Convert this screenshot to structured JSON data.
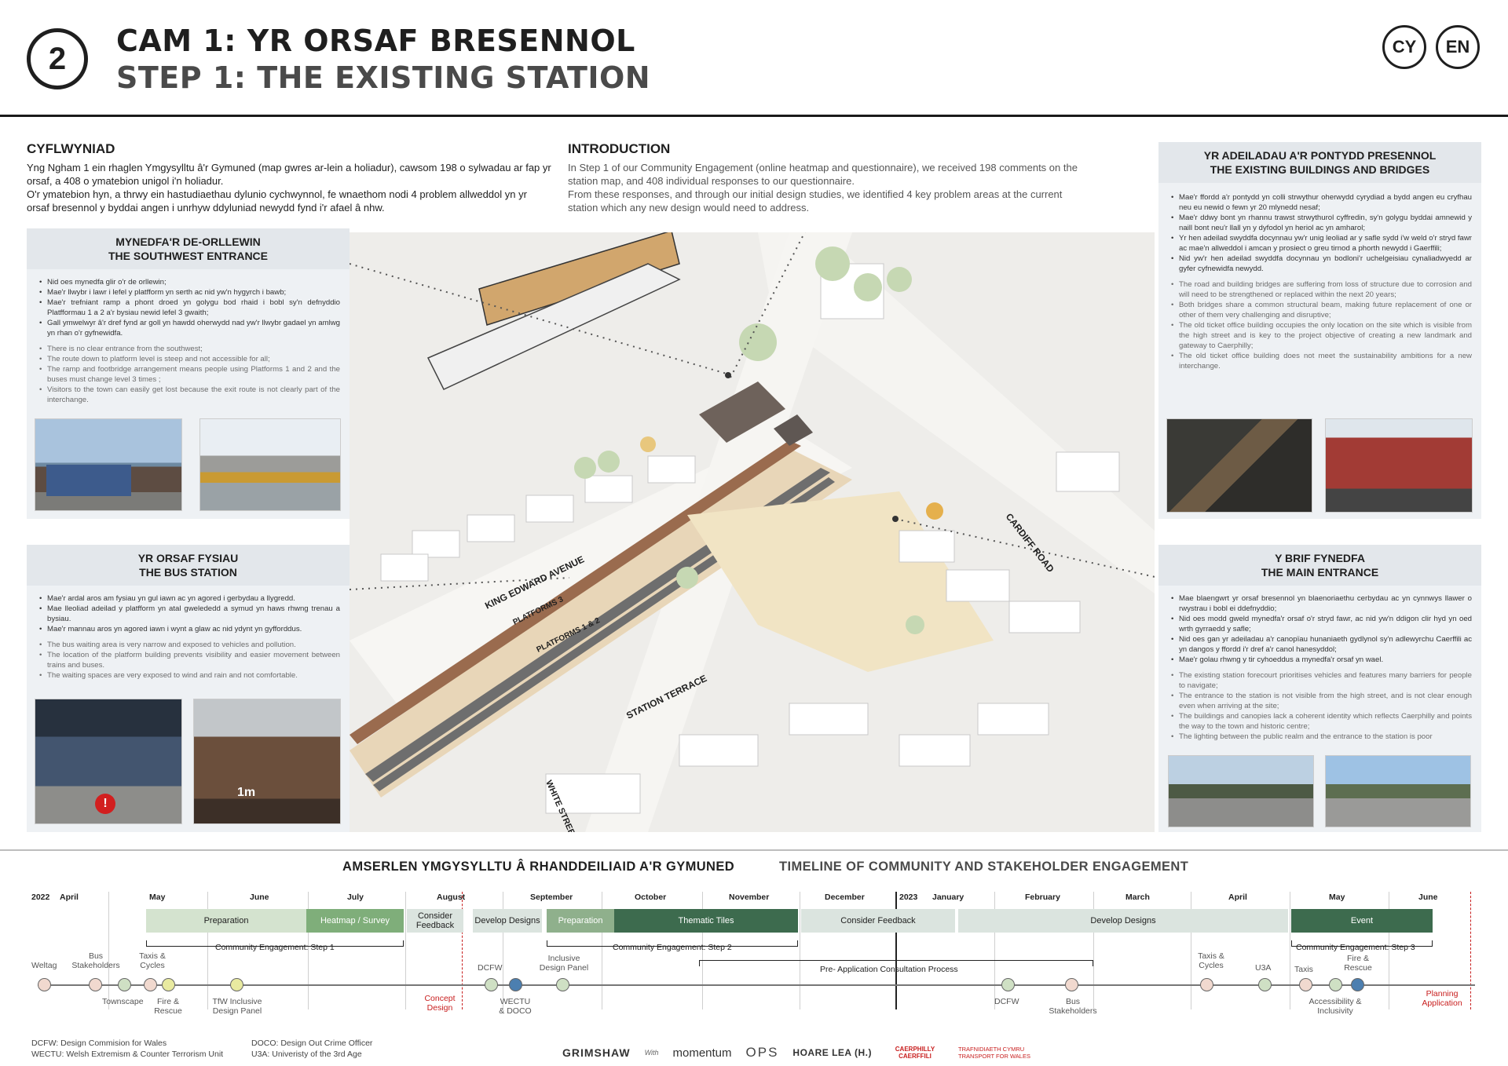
{
  "header": {
    "step_number": "2",
    "title_cy": "CAM 1: YR ORSAF BRESENNOL",
    "title_en": "STEP 1: THE EXISTING STATION",
    "lang_cy": "CY",
    "lang_en": "EN"
  },
  "intro_cy": {
    "heading": "CYFLWYNIAD",
    "p1": "Yng Ngham 1 ein rhaglen Ymgysylltu â'r Gymuned (map gwres ar-lein a holiadur), cawsom 198 o sylwadau ar fap yr orsaf, a 408 o ymatebion unigol i'n holiadur.",
    "p2": "O'r ymatebion hyn, a thrwy ein hastudiaethau dylunio cychwynnol, fe wnaethom nodi 4 problem allweddol yn yr orsaf bresennol y byddai angen i unrhyw ddyluniad newydd fynd i'r afael â nhw."
  },
  "intro_en": {
    "heading": "INTRODUCTION",
    "p1": "In Step 1 of our Community Engagement (online heatmap and questionnaire), we received 198 comments on the station map, and 408 individual responses to our questionnaire.",
    "p2": "From these responses, and through our initial design studies, we identified 4 key problem areas at the current station which any new design would need to address."
  },
  "panels": {
    "southwest": {
      "title_cy": "MYNEDFA'R DE-ORLLEWIN",
      "title_en": "THE SOUTHWEST ENTRANCE",
      "bullets_cy": [
        "Nid oes mynedfa glir o'r de orllewin;",
        "Mae'r llwybr i lawr i lefel y platfform yn serth ac nid yw'n hygyrch i bawb;",
        "Mae'r trefniant ramp a phont droed yn golygu bod rhaid i bobl sy'n defnyddio Platfformau 1 a 2 a'r bysiau newid lefel 3 gwaith;",
        "Gall ymwelwyr â'r dref fynd ar goll yn hawdd oherwydd nad yw'r llwybr gadael yn amlwg yn rhan o'r gyfnewidfa."
      ],
      "bullets_en": [
        "There is no clear entrance from the southwest;",
        "The route down to platform level is steep and not accessible for all;",
        "The ramp and footbridge arrangement means people using Platforms 1 and 2 and the buses must change level 3 times ;",
        "Visitors to the town can easily get lost because the exit route is not clearly part of the interchange."
      ]
    },
    "bus": {
      "title_cy": "YR ORSAF FYSIAU",
      "title_en": "THE BUS STATION",
      "bullets_cy": [
        "Mae'r ardal aros am fysiau yn gul iawn ac yn agored i gerbydau a llygredd.",
        "Mae lleoliad adeilad y platfform yn atal gwelededd a symud yn haws rhwng trenau a bysiau.",
        "Mae'r mannau aros yn agored iawn i wynt a glaw ac nid ydynt yn gyfforddus."
      ],
      "bullets_en": [
        "The bus waiting area is very narrow and exposed to vehicles and pollution.",
        "The location of the platform building prevents visibility and easier movement between trains and buses.",
        "The waiting spaces are very exposed to wind and rain and not comfortable."
      ],
      "photo_label": "1m"
    },
    "buildings": {
      "title_cy": "YR ADEILADAU A'R PONTYDD PRESENNOL",
      "title_en": "THE EXISTING BUILDINGS AND BRIDGES",
      "bullets_cy": [
        "Mae'r ffordd a'r pontydd yn colli strwythur oherwydd cyrydiad a bydd angen eu cryfhau neu eu newid o fewn yr 20 mlynedd nesaf;",
        "Mae'r ddwy bont yn rhannu trawst strwythurol cyffredin, sy'n golygu byddai amnewid y naill bont neu'r llall yn y dyfodol yn heriol ac yn amharol;",
        "Yr hen adeilad swyddfa docynnau yw'r unig leoliad ar y safle sydd i'w weld o'r stryd fawr ac mae'n allweddol i amcan y prosiect o greu tirnod a phorth newydd i Gaerffili;",
        "Nid yw'r hen adeilad swyddfa docynnau yn bodloni'r uchelgeisiau cynaliadwyedd ar gyfer cyfnewidfa newydd."
      ],
      "bullets_en": [
        "The road and building bridges are suffering from loss of structure due to corrosion and will need to be strengthened or replaced within the next 20 years;",
        "Both bridges share a common structural beam, making future replacement of one or other of them very challenging and disruptive;",
        "The old ticket office building occupies the only location on the site which is visible from the high street and is key to the project objective of creating a new landmark and gateway to Caerphilly;",
        "The old ticket office building does not meet the sustainability ambitions for a new interchange."
      ]
    },
    "main": {
      "title_cy": "Y BRIF FYNEDFA",
      "title_en": "THE MAIN ENTRANCE",
      "bullets_cy": [
        "Mae blaengwrt yr orsaf bresennol yn blaenoriaethu cerbydau ac yn cynnwys llawer o rwystrau i bobl ei ddefnyddio;",
        "Nid oes modd gweld mynedfa'r orsaf o'r stryd fawr, ac nid yw'n ddigon clir hyd yn oed wrth gyrraedd y safle;",
        "Nid oes gan yr adeiladau a'r canopïau hunaniaeth gydlynol sy'n adlewyrchu Caerffili ac yn dangos y ffordd i'r dref a'r canol hanesyddol;",
        "Mae'r golau rhwng y tir cyhoeddus a mynedfa'r orsaf yn wael."
      ],
      "bullets_en": [
        "The existing station forecourt prioritises vehicles and features many barriers for people to navigate;",
        "The entrance to the station is not visible from the high street, and is not clear enough even when arriving at the site;",
        "The buildings and canopies lack a coherent identity which reflects Caerphilly and points the way to the town and historic centre;",
        "The lighting between the public realm and the entrance to the station is poor"
      ]
    }
  },
  "map": {
    "streets": {
      "king_edward": "KING EDWARD AVENUE",
      "platform3": "PLATFORMS 3",
      "platform12": "PLATFORMS 1 & 2",
      "station_terrace": "STATION TERRACE",
      "cardiff_road": "CARDIFF ROAD",
      "white_street": "WHITE STREET"
    }
  },
  "timeline": {
    "title_cy": "AMSERLEN YMGYSYLLTU Â RHANDDEILIAID A'R GYMUNED",
    "title_en": "TIMELINE OF COMMUNITY AND STAKEHOLDER ENGAGEMENT",
    "year1": "2022",
    "year2": "2023",
    "months": [
      "April",
      "May",
      "June",
      "July",
      "August",
      "September",
      "October",
      "November",
      "December",
      "January",
      "February",
      "March",
      "April",
      "May",
      "June"
    ],
    "bars": {
      "preparation1": "Preparation",
      "heatmap": "Heatmap / Survey",
      "consider1": "Consider Feedback",
      "develop1": "Develop Designs",
      "preparation2": "Preparation",
      "thematic": "Thematic Tiles",
      "consider2": "Consider Feedback",
      "develop2": "Develop Designs",
      "event": "Event"
    },
    "phases": {
      "step1": "Community Engagement: Step 1",
      "step2": "Community Engagement: Step 2",
      "step3": "Community Engagement: Step 3",
      "preapp": "Pre- Application Consultation Process"
    },
    "milestones": {
      "weltag": "Weltag",
      "bus_stake1": "Bus Stakeholders",
      "townscape": "Townscape",
      "taxis1": "Taxis & Cycles",
      "fire1": "Fire & Rescue",
      "tfw": "TfW Inclusive Design Panel",
      "concept": "Concept Design",
      "dcfw1": "DCFW",
      "wectu": "WECTU & DOCO",
      "inclusive": "Inclusive Design Panel",
      "dcfw2": "DCFW",
      "bus_stake2": "Bus Stakeholders",
      "taxis2": "Taxis & Cycles",
      "u3a": "U3A",
      "taxis3": "Taxis",
      "fire2": "Fire & Rescue",
      "access": "Accessibility & Inclusivity",
      "planning": "Planning Application"
    }
  },
  "footer": {
    "notes": [
      "DCFW: Design Commision for Wales",
      "WECTU: Welsh Extremism & Counter Terrorism Unit",
      "DOCO: Design Out Crime Officer",
      "U3A: Univeristy of the 3rd Age"
    ],
    "logos": {
      "grimshaw": "GRIMSHAW",
      "with": "With",
      "momentum": "momentum",
      "ops": "OPS",
      "hoare": "HOARE LEA (H.)",
      "caerphilly": "CAERPHILLY CAERFFILI",
      "tfw": "TRAFNIDIAETH CYMRU TRANSPORT FOR WALES"
    }
  },
  "colors": {
    "light_green": "#d4e3cf",
    "mid_green": "#7fae7a",
    "dark_green": "#3d6b4e",
    "pale_grey_green": "#d9e2de",
    "panel": "#eef1f4",
    "red": "#c81e1e"
  }
}
